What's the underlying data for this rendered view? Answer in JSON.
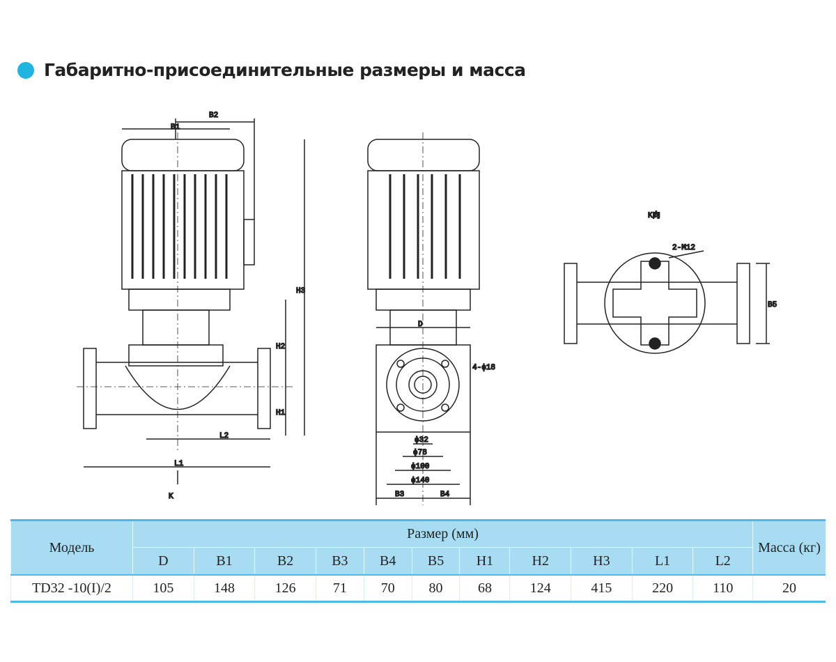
{
  "title": "Габаритно-присоединительные размеры и масса",
  "drawing_labels": {
    "b1": "B1",
    "b2": "B2",
    "h1": "H1",
    "h2": "H2",
    "h3": "H3",
    "l1": "L1",
    "l2": "L2",
    "k": "K",
    "d": "D",
    "holes": "4-ϕ18",
    "d32": "ϕ32",
    "d78": "ϕ78",
    "d100": "ϕ100",
    "d140": "ϕ140",
    "b3": "B3",
    "b4": "B4",
    "kview": "K向",
    "m12": "2-M12",
    "b5": "B5"
  },
  "table": {
    "model_header": "Модель",
    "size_header": "Размер (мм)",
    "mass_header": "Масса (кг)",
    "columns": [
      "D",
      "B1",
      "B2",
      "B3",
      "B4",
      "B5",
      "H1",
      "H2",
      "H3",
      "L1",
      "L2"
    ],
    "row": {
      "model": "TD32 -10(I)/2",
      "values": [
        "105",
        "148",
        "126",
        "71",
        "70",
        "80",
        "68",
        "124",
        "415",
        "220",
        "110"
      ],
      "mass": "20"
    }
  }
}
